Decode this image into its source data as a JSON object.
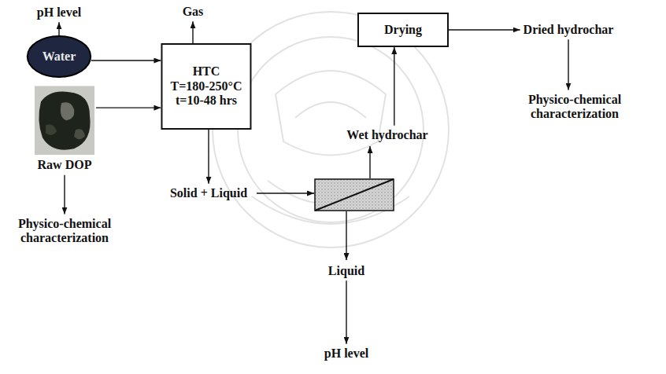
{
  "diagram": {
    "nodes": [
      {
        "text": [
          "pH level"
        ]
      },
      {
        "text": [
          "Water"
        ]
      },
      {
        "text": [
          "Raw DOP"
        ]
      },
      {
        "text": [
          "Physico-chemical characterization"
        ]
      },
      {
        "text": [
          "Gas"
        ]
      },
      {
        "text": [
          "HTC",
          "T=180-250°C",
          "t=10-48 hrs"
        ]
      },
      {
        "text": [
          "Solid + Liquid"
        ]
      },
      {
        "text": [
          "Wet hydrochar"
        ]
      },
      {
        "text": [
          "Drying"
        ]
      },
      {
        "text": [
          "Dried hydrochar"
        ]
      },
      {
        "text": [
          "Physico-chemical characterization"
        ]
      },
      {
        "text": [
          "Liquid"
        ]
      },
      {
        "text": [
          "pH level"
        ]
      }
    ],
    "edges": [
      {
        "from": 1,
        "to": 0,
        "arrow": "to"
      },
      {
        "from": 1,
        "to": 5,
        "arrow": "to"
      },
      {
        "from": 2,
        "to": 5,
        "arrow": "to"
      },
      {
        "from": 2,
        "to": 3,
        "arrow": "to"
      },
      {
        "from": 5,
        "to": 4,
        "arrow": "to"
      },
      {
        "from": 5,
        "to": 6,
        "arrow": "to"
      },
      {
        "from": 7,
        "to": 8,
        "arrow": "to"
      },
      {
        "from": 8,
        "to": 9,
        "arrow": "to"
      },
      {
        "from": 9,
        "to": 10,
        "arrow": "to"
      },
      {
        "from": 11,
        "to": 12,
        "arrow": "to"
      }
    ]
  }
}
